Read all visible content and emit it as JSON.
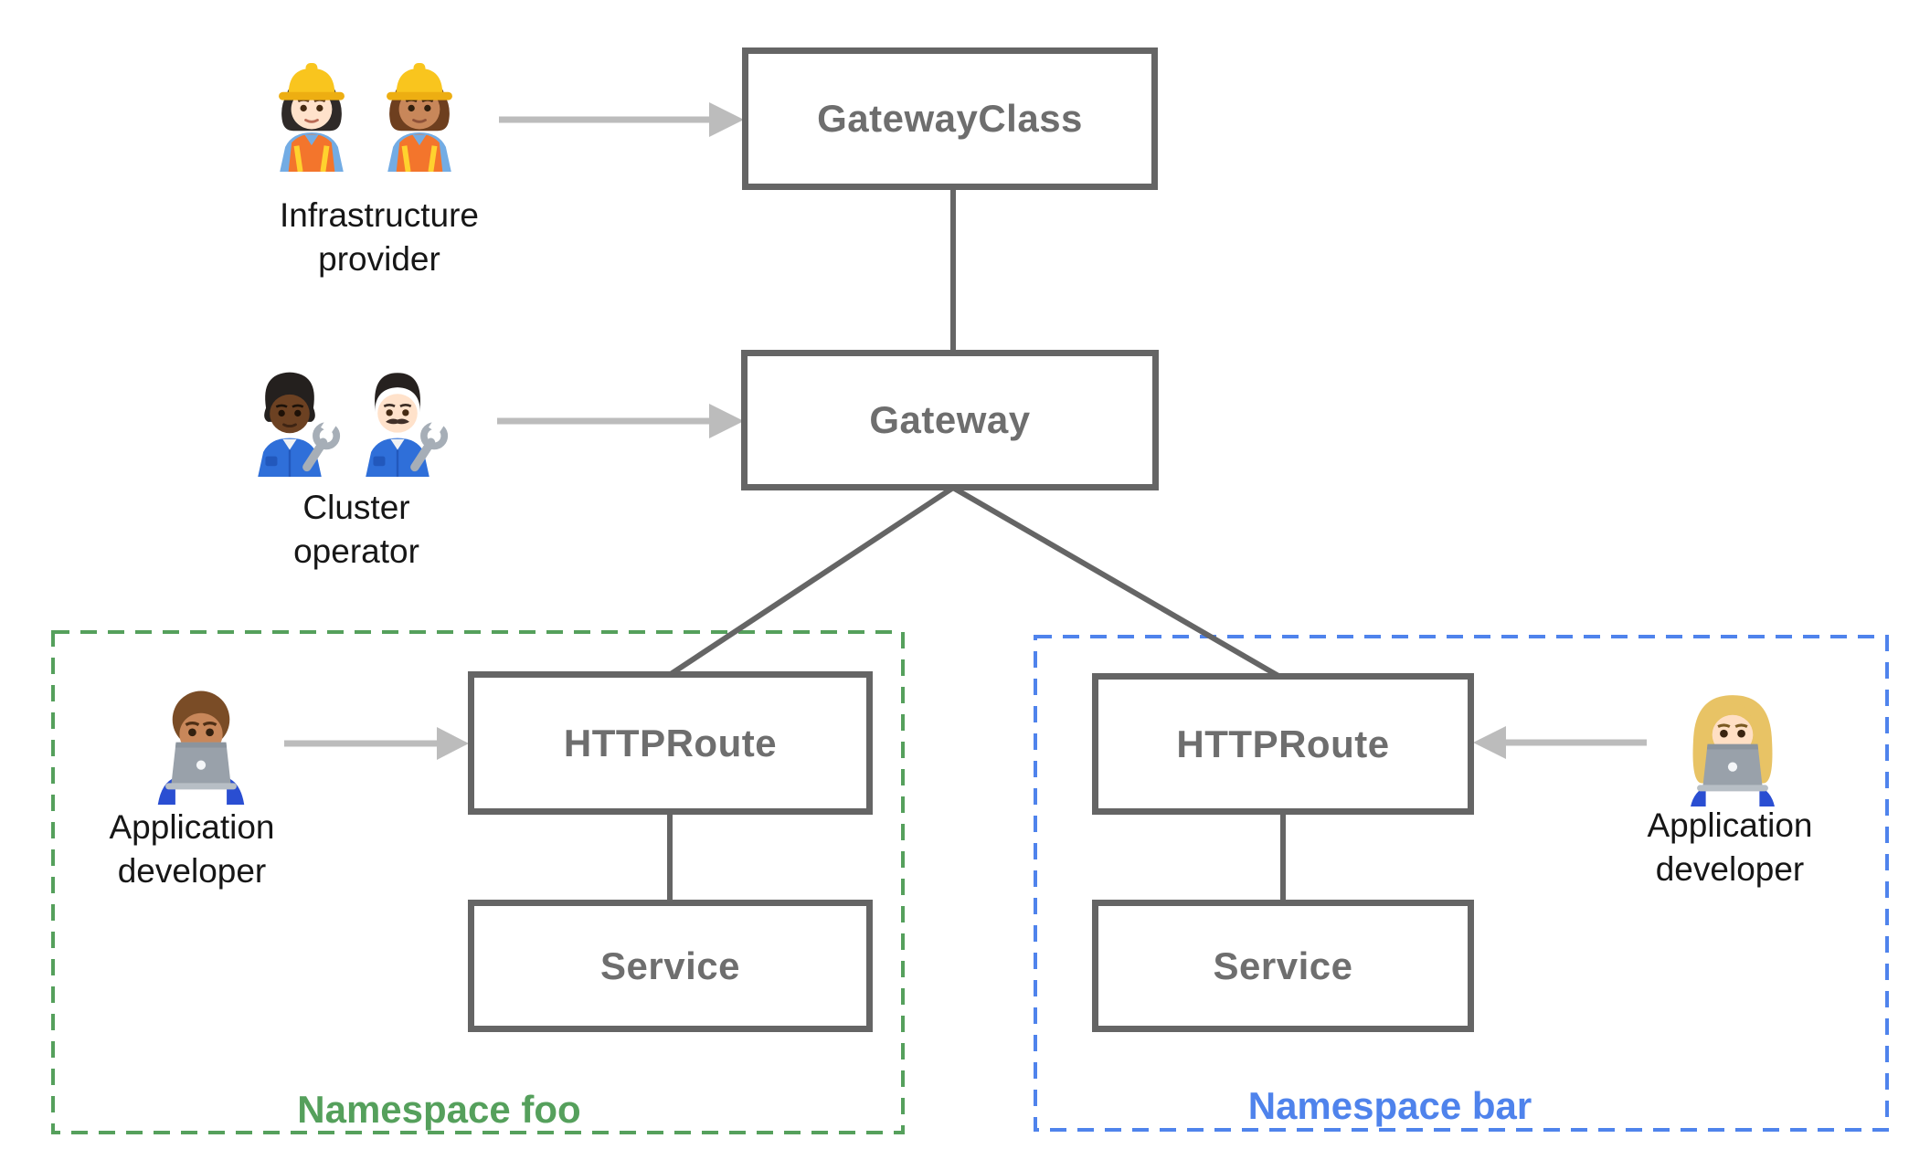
{
  "diagram_type": "kubernetes-gateway-api-resource-model",
  "colors": {
    "background": "#ffffff",
    "node_border": "#656565",
    "node_text": "#6e6e6e",
    "connector": "#656565",
    "actor_arrow": "#bcbcbc",
    "namespace_foo": "#55a05c",
    "namespace_bar": "#4f83ec",
    "persona_text": "#161616"
  },
  "nodes": {
    "gatewayclass": {
      "label": "GatewayClass"
    },
    "gateway": {
      "label": "Gateway"
    },
    "httproute_foo": {
      "label": "HTTPRoute"
    },
    "service_foo": {
      "label": "Service"
    },
    "httproute_bar": {
      "label": "HTTPRoute"
    },
    "service_bar": {
      "label": "Service"
    }
  },
  "namespaces": {
    "foo": {
      "label": "Namespace foo",
      "color": "#55a05c",
      "border_style": "dashed"
    },
    "bar": {
      "label": "Namespace bar",
      "color": "#4f83ec",
      "border_style": "dashed"
    }
  },
  "personas": {
    "infrastructure_provider": {
      "label": "Infrastructure provider",
      "icons": [
        "woman-construction-worker-light-skin-emoji",
        "woman-construction-worker-medium-skin-emoji"
      ]
    },
    "cluster_operator": {
      "label": "Cluster operator",
      "icons": [
        "mechanic-dark-skin-emoji",
        "man-mechanic-light-skin-emoji"
      ]
    },
    "application_developer_foo": {
      "label": "Application developer",
      "icons": [
        "man-technologist-medium-skin-emoji"
      ]
    },
    "application_developer_bar": {
      "label": "Application developer",
      "icons": [
        "woman-technologist-light-skin-emoji"
      ]
    }
  },
  "edges": [
    {
      "from": "GatewayClass",
      "to": "Gateway"
    },
    {
      "from": "Gateway",
      "to": "HTTPRoute (Namespace foo)"
    },
    {
      "from": "Gateway",
      "to": "HTTPRoute (Namespace bar)"
    },
    {
      "from": "HTTPRoute (Namespace foo)",
      "to": "Service (Namespace foo)"
    },
    {
      "from": "HTTPRoute (Namespace bar)",
      "to": "Service (Namespace bar)"
    }
  ],
  "actor_arrows": [
    {
      "from": "Infrastructure provider",
      "to": "GatewayClass"
    },
    {
      "from": "Cluster operator",
      "to": "Gateway"
    },
    {
      "from": "Application developer",
      "to": "HTTPRoute (Namespace foo)"
    },
    {
      "from": "Application developer",
      "to": "HTTPRoute (Namespace bar)"
    }
  ]
}
